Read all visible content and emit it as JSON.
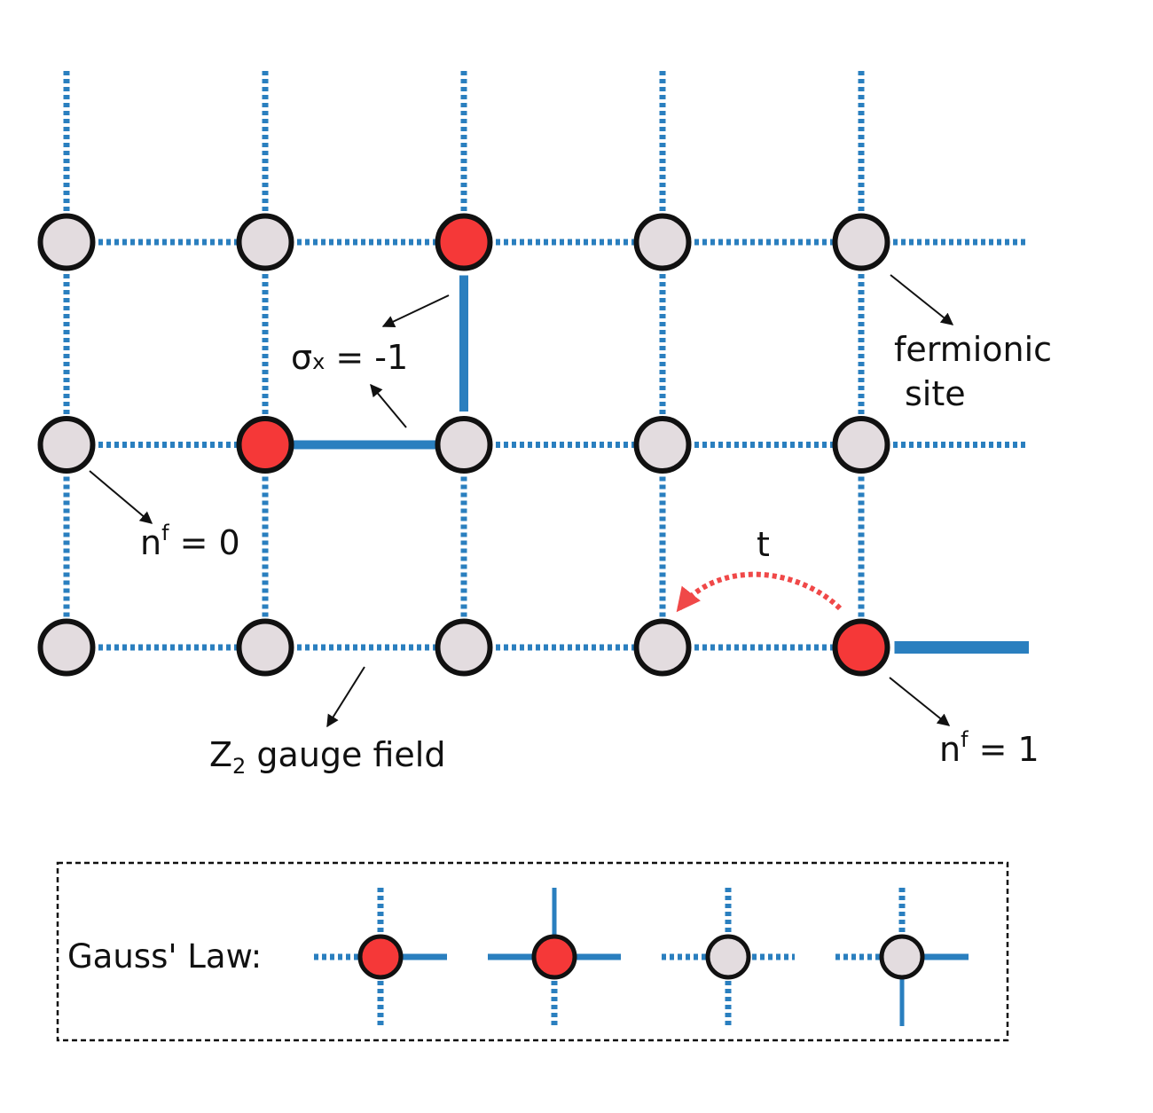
{
  "colors": {
    "gauge_link": "#2a7fbf",
    "occupied_site": "#f53838",
    "empty_site": "#e3dcdf",
    "site_outline": "#111111",
    "hopping_arrow": "#f04848",
    "annotation": "#111111"
  },
  "lattice": {
    "rows": 3,
    "cols": 5,
    "occupied_sites": [
      [
        0,
        2
      ],
      [
        1,
        1
      ],
      [
        2,
        4
      ]
    ],
    "flipped_links": [
      {
        "from": [
          0,
          2
        ],
        "to": [
          1,
          2
        ]
      },
      {
        "from": [
          1,
          1
        ],
        "to": [
          1,
          2
        ]
      },
      {
        "from": [
          2,
          4
        ],
        "to": "right-edge"
      }
    ]
  },
  "labels": {
    "sigma_base": "σ",
    "sigma_sub": "x",
    "sigma_rest": " = -1",
    "fermionic_line1": "fermionic",
    "fermionic_line2": "site",
    "nf0_base": "n",
    "nf0_sup": "f",
    "nf0_rest": " = 0",
    "nf1_base": "n",
    "nf1_sup": "f",
    "nf1_rest": " = 1",
    "gauge_base": "Z",
    "gauge_sub": "2",
    "gauge_rest": " gauge field",
    "hopping": "t"
  },
  "legend": {
    "title": "Gauss' Law:",
    "items": [
      {
        "occupied": true,
        "left": "dotted",
        "right": "solid",
        "up": "dotted",
        "down": "dotted"
      },
      {
        "occupied": true,
        "left": "solid",
        "right": "solid",
        "up": "solid",
        "down": "dotted"
      },
      {
        "occupied": false,
        "left": "dotted",
        "right": "dotted",
        "up": "dotted",
        "down": "dotted"
      },
      {
        "occupied": false,
        "left": "dotted",
        "right": "solid",
        "up": "dotted",
        "down": "solid"
      }
    ]
  }
}
